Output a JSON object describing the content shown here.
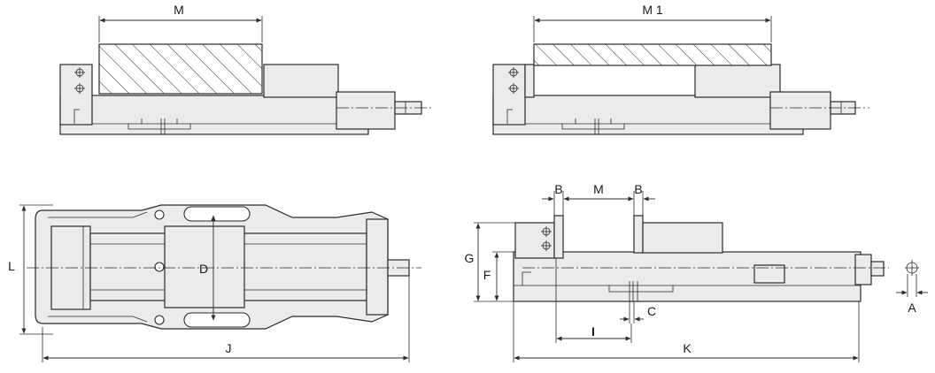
{
  "labels": {
    "m_top": "M",
    "m1_top": "M 1",
    "b_left": "B",
    "m_side": "M",
    "b_right": "B",
    "g": "G",
    "f": "F",
    "a": "A",
    "c": "C",
    "i": "I",
    "k": "K",
    "l": "L",
    "d": "D",
    "j": "J"
  }
}
